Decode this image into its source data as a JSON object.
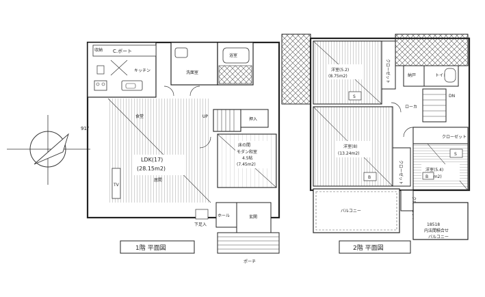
{
  "floor1": {
    "title": "1階 平面図",
    "rooms": {
      "carport": "C.ボート",
      "storage": "収納",
      "kitchen": "キッチン",
      "washroom": "洗面室",
      "bath": "浴室",
      "dining": "食堂",
      "ldk_name": "LDK(17)",
      "ldk_area": "(28.15m2)",
      "living": "居間",
      "up": "UP",
      "closet": "押入",
      "tokonoma": "床の間",
      "modern_jp_name": "モダン和室",
      "modern_jp_size": "4.5帖",
      "modern_jp_area": "(7.45m2)",
      "hall": "ホール",
      "entrance": "玄関",
      "shoes": "下足入",
      "tv": "TV",
      "porch": "ポーチ"
    }
  },
  "floor2": {
    "title": "2階 平面図",
    "rooms": {
      "w1_name": "洋室(5.2)",
      "w1_area": "(8.75m2)",
      "w2_name": "洋室(8)",
      "w2_area": "(13.24m2)",
      "w3_name": "洋室(5.4)",
      "w3_area": "(8.99m2)",
      "storage": "納戸",
      "toilet": "トイレ",
      "dn": "DN",
      "corridor": "ローカ",
      "closet1": "クローゼット",
      "closet2": "クローゼット",
      "closet3": "クローゼット",
      "closet4": "クローゼット",
      "balcony": "バルコニー",
      "inner_balcony_note": "18518",
      "inner_balcony_1": "内法間積合せ",
      "inner_balcony_2": "バルコニー",
      "s_mark": "S",
      "b_mark": "B"
    }
  },
  "compass": {
    "angle_label": "91°"
  }
}
